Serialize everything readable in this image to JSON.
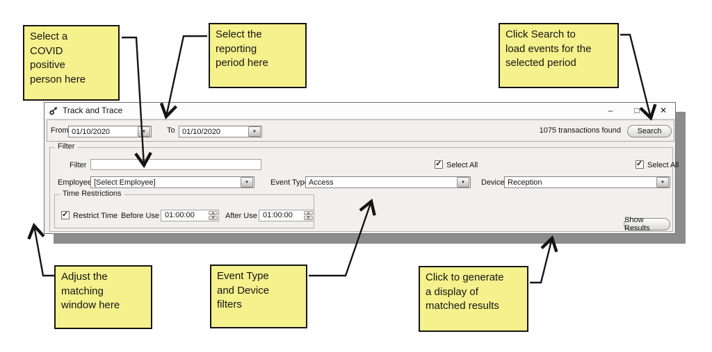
{
  "window": {
    "title": "Track and Trace",
    "toolbar": {
      "from_label": "From",
      "from_value": "01/10/2020",
      "to_label": "To",
      "to_value": "01/10/2020",
      "transactions_text": "1075 transactions found",
      "search_button": "Search"
    },
    "filter_group": {
      "legend": "Filter",
      "filter_label": "Filter",
      "filter_value": "",
      "select_all_event_label": "Select All",
      "select_all_device_label": "Select All",
      "employee_label": "Employee",
      "employee_value": "[Select Employee]",
      "event_type_label": "Event Type",
      "event_type_value": "Access",
      "device_label": "Device",
      "device_value": "Reception",
      "show_results_button": "Show Results",
      "time_group": {
        "legend": "Time Restrictions",
        "restrict_time_label": "Restrict Time",
        "before_label": "Before Use",
        "before_value": "01:00:00",
        "after_label": "After Use",
        "after_value": "01:00:00"
      }
    }
  },
  "annotations": [
    {
      "text": "Select a\nCOVID\npositive\nperson here"
    },
    {
      "text": "Select the\nreporting\nperiod here"
    },
    {
      "text": "Click Search to\nload events for the\nselected period"
    },
    {
      "text": "Adjust the\nmatching\nwindow here"
    },
    {
      "text": "Event Type\nand Device\nfilters"
    },
    {
      "text": "Click to generate\na display of\nmatched results"
    }
  ],
  "icons": {
    "dropdown": "▼",
    "check": "✓",
    "spin_up": "▲",
    "spin_down": "▼",
    "minimize": "–",
    "maximize": "□",
    "close": "✕"
  },
  "colors": {
    "note_bg": "#f5f18c",
    "note_border": "#141414",
    "window_bg": "#f1f0ee",
    "titlebar_bg": "#fcfcfc",
    "shadow": "#8c8c8c"
  }
}
